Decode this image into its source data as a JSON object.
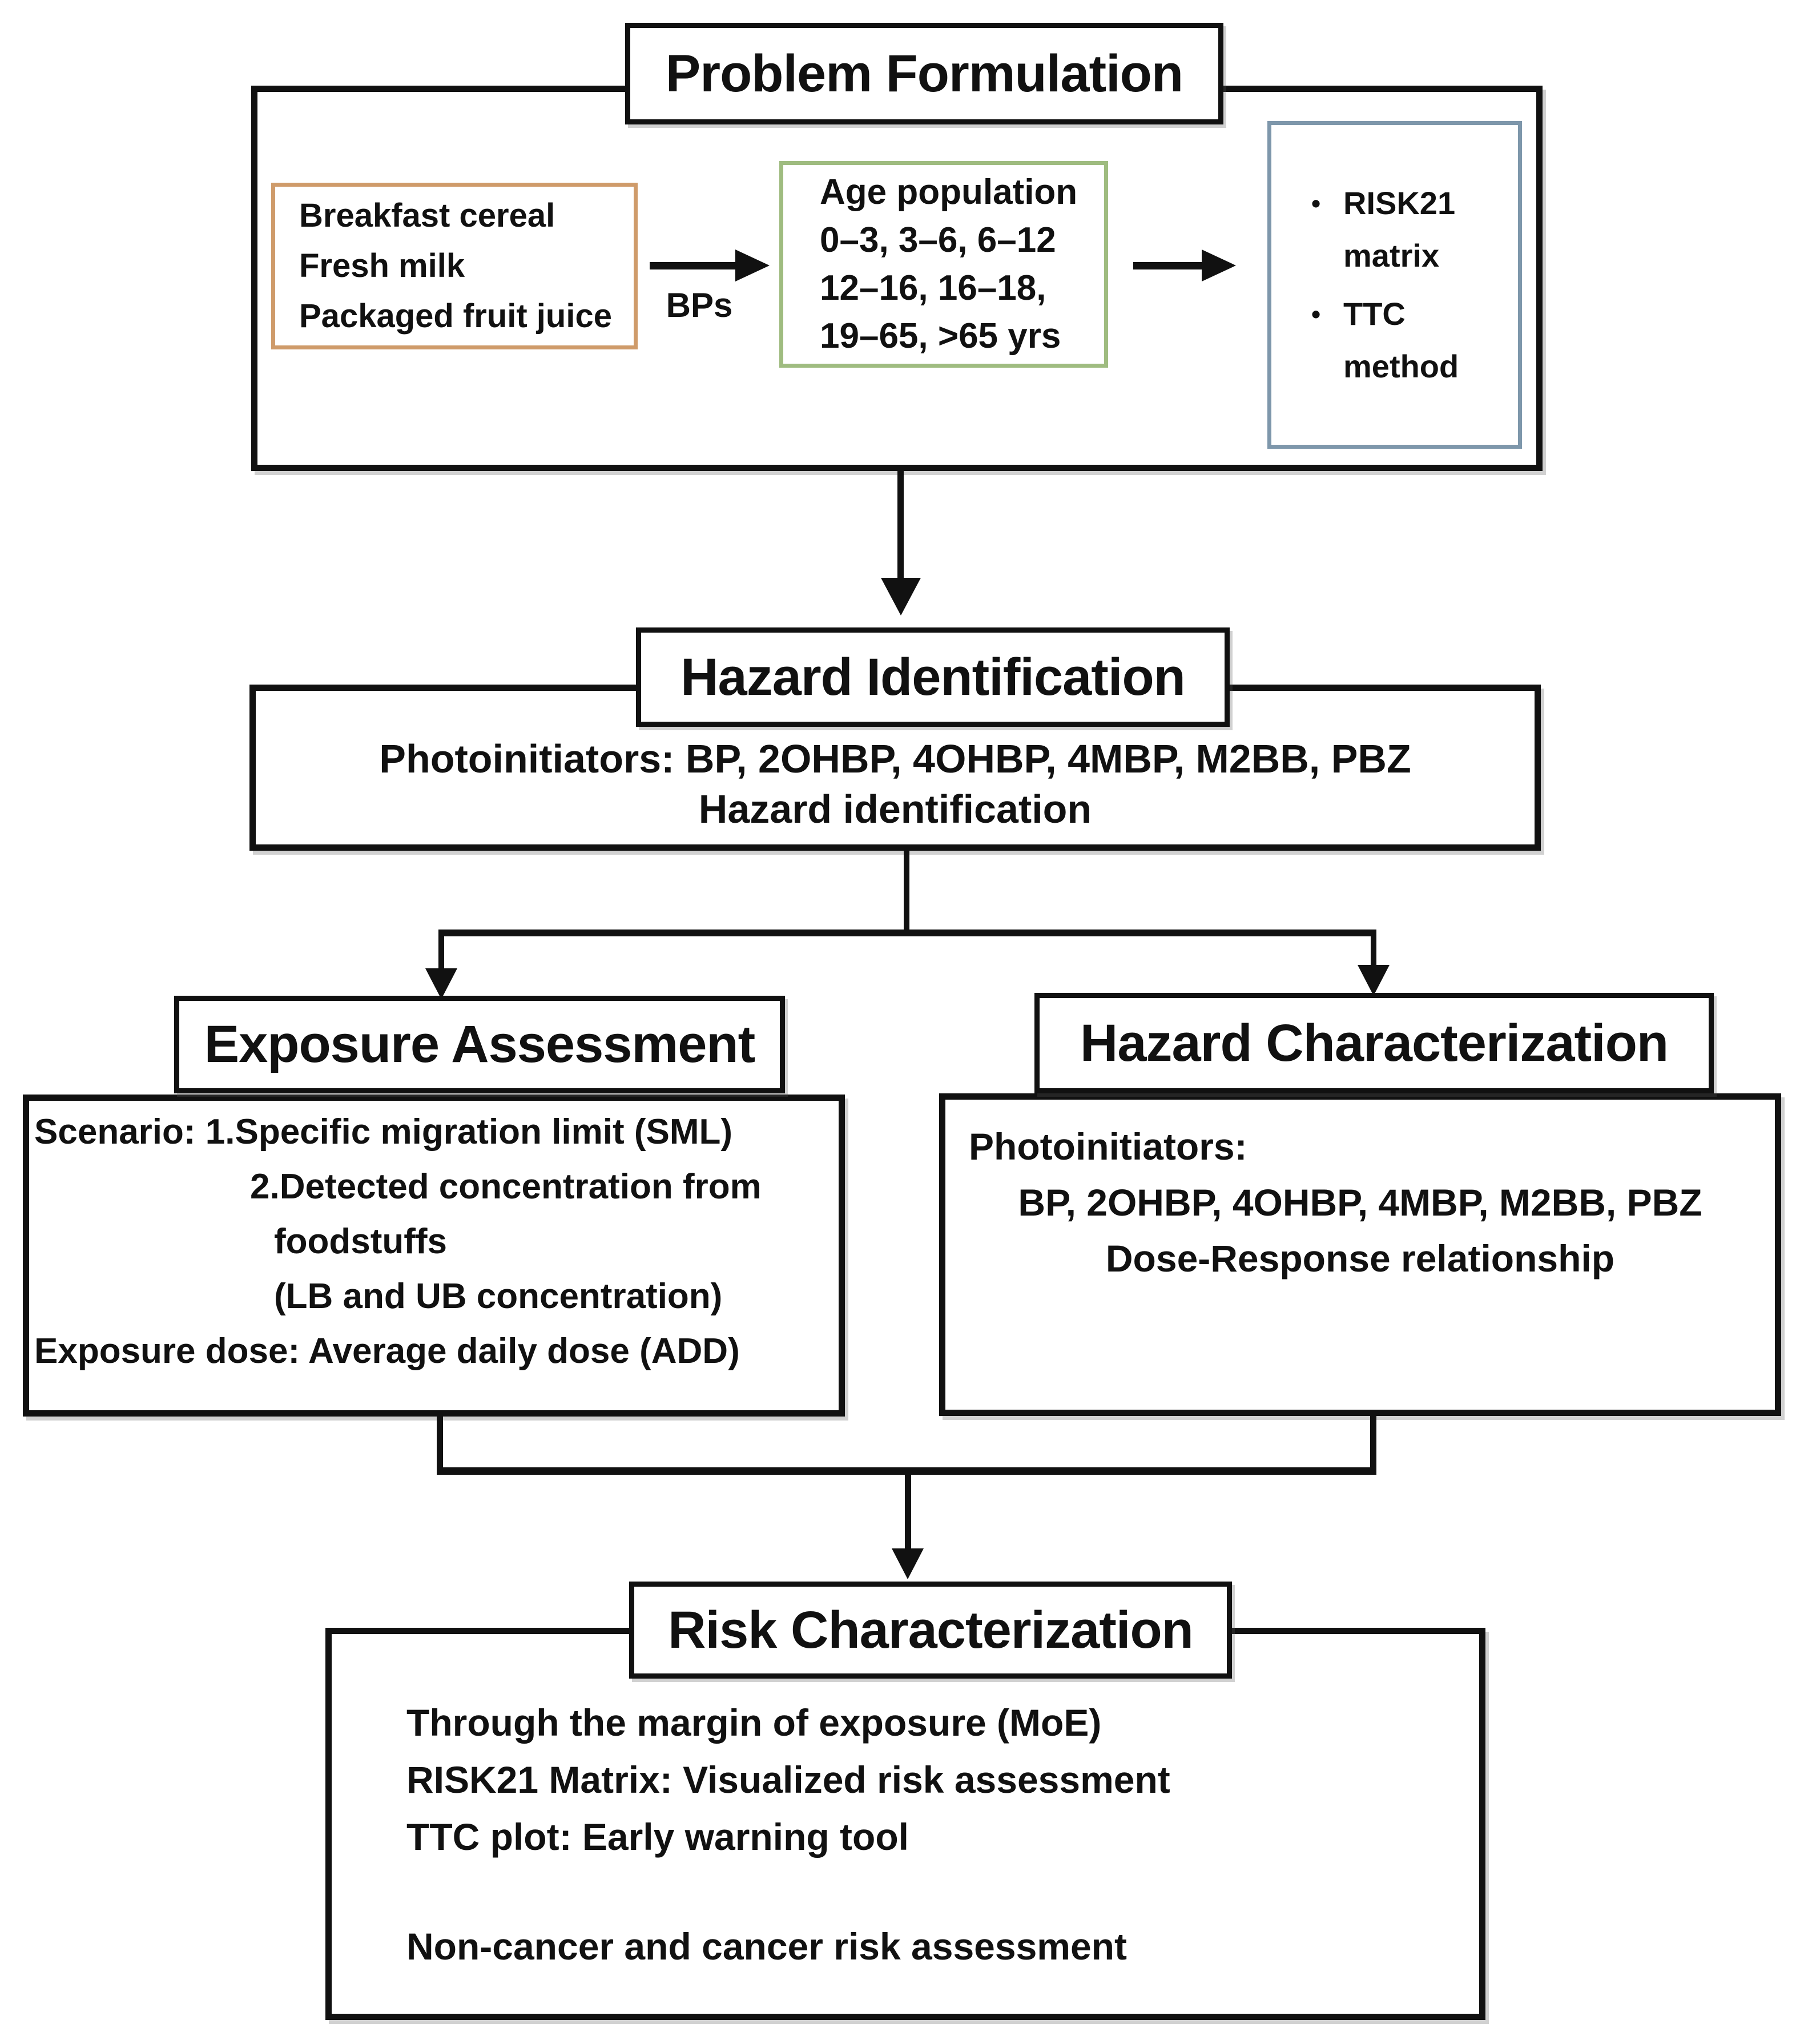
{
  "colors": {
    "line": "#111111",
    "foods_border_orange": "#cf9b6a",
    "age_border_green": "#9fbc80",
    "methods_border_blue": "#7e97ab"
  },
  "problem_formulation": {
    "title": "Problem Formulation",
    "foods": {
      "lines": [
        "Breakfast cereal",
        "Fresh milk",
        "Packaged fruit juice"
      ]
    },
    "bps_label": "BPs",
    "age": {
      "lines": [
        "Age population",
        "0–3, 3–6, 6–12",
        "12–16, 16–18,",
        "19–65, >65 yrs"
      ]
    },
    "methods": {
      "bullet": "•",
      "items": [
        "RISK21 matrix",
        "TTC method"
      ]
    }
  },
  "hazard_identification": {
    "title": "Hazard Identification",
    "lines": [
      "Photoinitiators: BP, 2OHBP, 4OHBP, 4MBP, M2BB, PBZ",
      "Hazard identification"
    ]
  },
  "exposure_assessment": {
    "title": "Exposure Assessment",
    "lines": [
      "Scenario: 1.Specific migration limit (SML)",
      "2.Detected concentration from",
      "foodstuffs",
      "(LB and UB concentration)",
      "Exposure dose: Average daily dose (ADD)"
    ]
  },
  "hazard_characterization": {
    "title": "Hazard Characterization",
    "lines": [
      "Photoinitiators:",
      "BP, 2OHBP, 4OHBP, 4MBP, M2BB, PBZ",
      "Dose-Response relationship"
    ]
  },
  "risk_characterization": {
    "title": "Risk Characterization",
    "lines": [
      "Through the margin of exposure (MoE)",
      "RISK21 Matrix: Visualized risk assessment",
      "TTC plot: Early warning tool",
      "Non-cancer and cancer risk assessment"
    ]
  }
}
